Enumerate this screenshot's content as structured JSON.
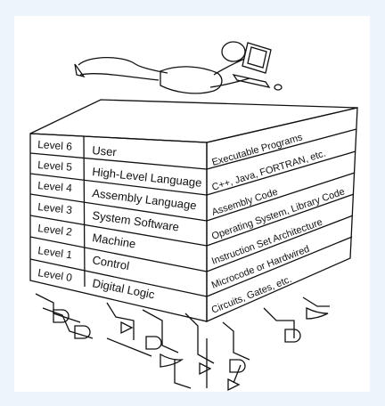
{
  "levels": [
    {
      "level": "Level 6",
      "name": "User",
      "side": "Executable Programs"
    },
    {
      "level": "Level 5",
      "name": "High-Level Language",
      "side": "C++, Java, FORTRAN, etc."
    },
    {
      "level": "Level 4",
      "name": "Assembly Language",
      "side": "Assembly Code"
    },
    {
      "level": "Level 3",
      "name": "System Software",
      "side": "Operating System, Library Code"
    },
    {
      "level": "Level 2",
      "name": "Machine",
      "side": "Instruction Set Architecture"
    },
    {
      "level": "Level 1",
      "name": "Control",
      "side": "Microcode or Hardwired"
    },
    {
      "level": "Level 0",
      "name": "Digital Logic",
      "side": "Circuits, Gates, etc."
    }
  ],
  "colors": {
    "background": "#eef4fb",
    "panel": "#ffffff",
    "ink": "#111111"
  }
}
